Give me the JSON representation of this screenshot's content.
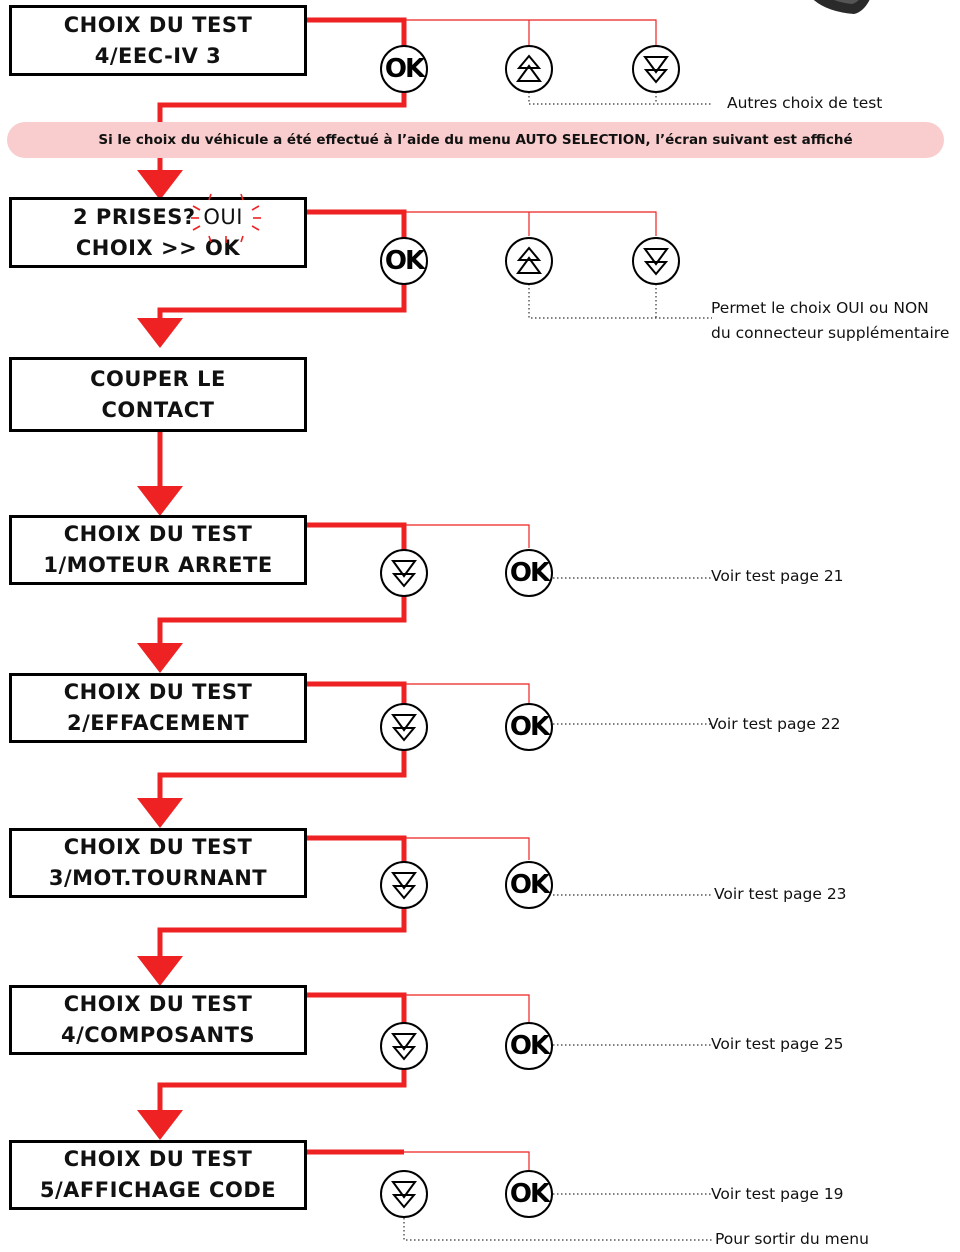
{
  "colors": {
    "accent": "#ee2222",
    "banner_bg": "#f9cdcd",
    "text": "#111111"
  },
  "screens": [
    {
      "line1": "CHOIX DU TEST",
      "line2": "4/EEC-IV 3"
    },
    {
      "line1": "2 PRISES?",
      "line1_highlight": "OUI",
      "line2": "CHOIX >> OK"
    },
    {
      "line1": "COUPER LE",
      "line2": "CONTACT"
    },
    {
      "line1": "CHOIX DU TEST",
      "line2": "1/MOTEUR ARRETE"
    },
    {
      "line1": "CHOIX DU TEST",
      "line2": "2/EFFACEMENT"
    },
    {
      "line1": "CHOIX DU TEST",
      "line2": "3/MOT.TOURNANT"
    },
    {
      "line1": "CHOIX DU TEST",
      "line2": "4/COMPOSANTS"
    },
    {
      "line1": "CHOIX DU TEST",
      "line2": "5/AFFICHAGE CODE"
    }
  ],
  "banner": "Si le choix du véhicule a été effectué à l’aide du menu AUTO SELECTION, l’écran suivant est affiché",
  "buttons": {
    "ok_label": "OK",
    "up_icon": "up-arrow-icon",
    "down_icon": "down-arrow-icon"
  },
  "notes": {
    "autres_choix": "Autres choix de test",
    "permet_line1": "Permet le choix OUI ou NON",
    "permet_line2": "du connecteur supplémentaire",
    "voir_21": "Voir test page 21",
    "voir_22": "Voir test page 22",
    "voir_23": "Voir test page 23",
    "voir_25": "Voir test page 25",
    "voir_19": "Voir test page 19",
    "sortir": "Pour sortir du menu"
  }
}
